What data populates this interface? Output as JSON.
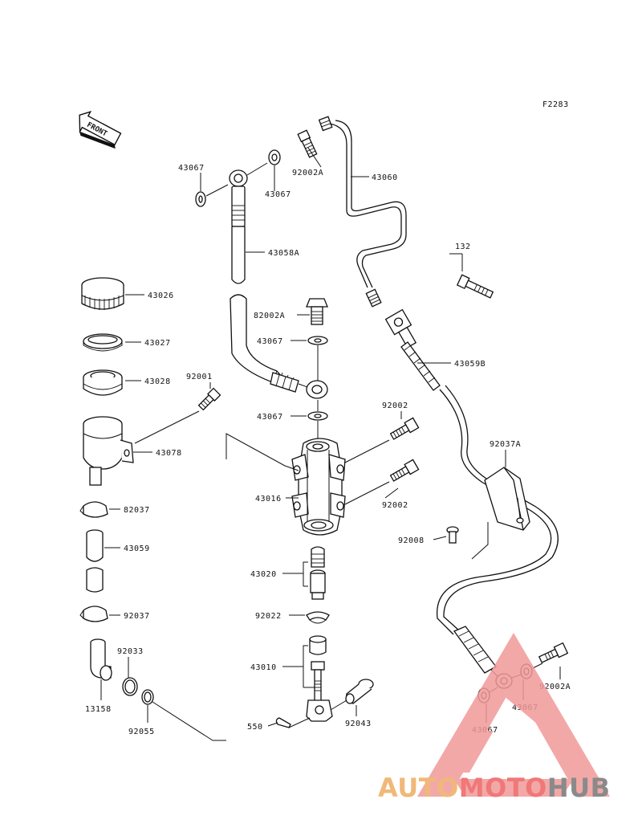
{
  "figure_code": "F2283",
  "front_arrow": {
    "label": "FRONT"
  },
  "parts": {
    "p43067_top_left": "43067",
    "p43067_top_right": "43067",
    "p92002A_top": "92002A",
    "p43060": "43060",
    "p43058A": "43058A",
    "p132": "132",
    "p43026": "43026",
    "p82002A": "82002A",
    "p43067_mid": "43067",
    "p43059B": "43059B",
    "p43027": "43027",
    "p43028": "43028",
    "p92001": "92001",
    "p43067_lower": "43067",
    "p92002_a": "92002",
    "p92037A": "92037A",
    "p43078": "43078",
    "p43016": "43016",
    "p92002_b": "92002",
    "p82037": "82037",
    "p92008": "92008",
    "p43059": "43059",
    "p43020": "43020",
    "p92037": "92037",
    "p92022": "92022",
    "p92033": "92033",
    "p43010": "43010",
    "p92002A_bottom": "92002A",
    "p13158": "13158",
    "p43067_br1": "43067",
    "p550": "550",
    "p92043": "92043",
    "p92055": "92055",
    "p43067_br2": "43067"
  },
  "watermark": {
    "part1": "AUTO",
    "part2": "MOTO",
    "part3": "HUB"
  },
  "colors": {
    "line": "#111111",
    "wm_orange": "#f0b879",
    "wm_red": "#f07878",
    "wm_grey": "#8a8a8a"
  }
}
